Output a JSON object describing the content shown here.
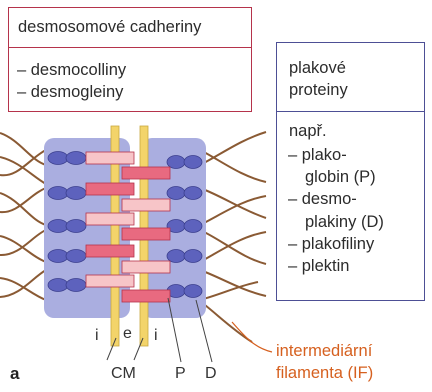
{
  "cadherin_box": {
    "title": "desmosomové cadheriny",
    "items": [
      "– desmocolliny",
      "– desmogleiny"
    ]
  },
  "plakin_box": {
    "title_line1": "plakové",
    "title_line2": "proteiny",
    "lead": "např.",
    "items": [
      "– plako-",
      "globin (P)",
      "– desmo-",
      "plakiny (D)",
      "– plakofiliny",
      "– plektin"
    ]
  },
  "labels": {
    "i_left": "i",
    "e": "e",
    "i_right": "i",
    "cm": "CM",
    "p": "P",
    "d": "D",
    "if_line1": "intermediární",
    "if_line2": "filamenta (IF)",
    "panel": "a"
  },
  "colors": {
    "cadherin_border": "#b5334b",
    "plakin_border": "#4d4f95",
    "plaque": "#aaaee0",
    "ovals": "#5d62bd",
    "membrane": "#f3d46a",
    "pink_dark": "#e86a80",
    "pink_light": "#f7c5c8",
    "filament": "#8a5a34",
    "if_label": "#d6601f"
  }
}
